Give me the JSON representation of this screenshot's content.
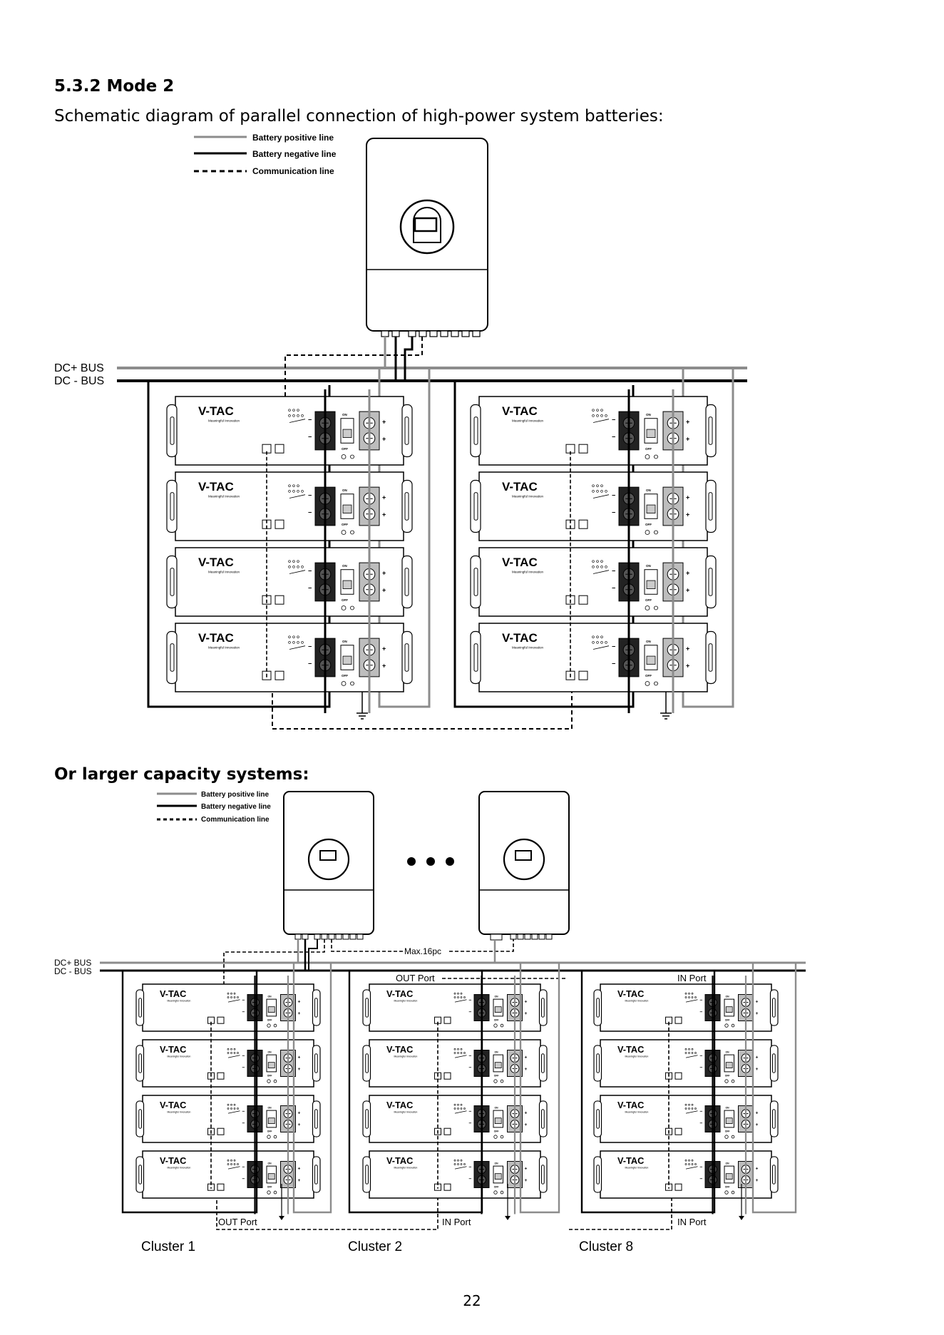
{
  "section_title": "5.3.2 Mode 2",
  "diagram_subtitle": "Schematic diagram of parallel connection of high-power system batteries:",
  "second_heading": "Or larger capacity systems:",
  "legend": {
    "positive": "Battery positive line",
    "negative": "Battery negative line",
    "communication": "Communication line"
  },
  "bus": {
    "dc_plus": "DC+ BUS",
    "dc_minus": "DC - BUS"
  },
  "brand": {
    "logo": "V-TAC",
    "tagline": "Meaningful Innovation"
  },
  "module": {
    "on": "ON",
    "off": "OFF",
    "minus": "−",
    "plus": "+"
  },
  "ports": {
    "out": "OUT Port",
    "in": "IN Port",
    "max": "Max.16pc"
  },
  "clusters": [
    "Cluster 1",
    "Cluster 2",
    "Cluster 8"
  ],
  "page_number": "22",
  "colors": {
    "positive_line": "#8c8c8c",
    "negative_line": "#000000",
    "communication_line": "#000000"
  }
}
